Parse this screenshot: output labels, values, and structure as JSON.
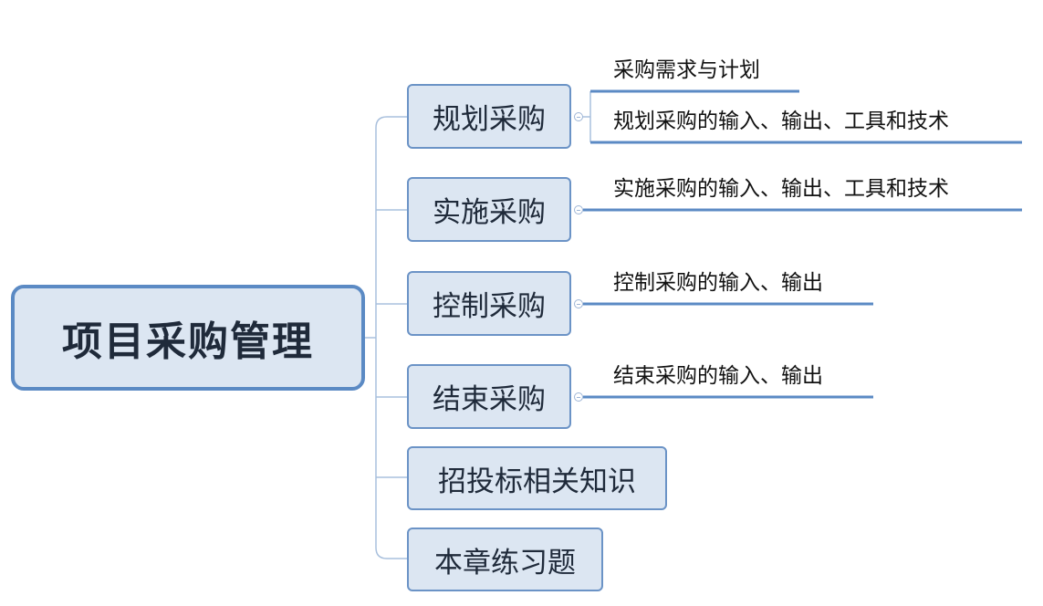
{
  "root": {
    "label": "项目采购管理"
  },
  "branches": [
    {
      "label": "规划采购",
      "children": [
        "采购需求与计划",
        "规划采购的输入、输出、工具和技术"
      ]
    },
    {
      "label": "实施采购",
      "children": [
        "实施采购的输入、输出、工具和技术"
      ]
    },
    {
      "label": "控制采购",
      "children": [
        "控制采购的输入、输出"
      ]
    },
    {
      "label": "结束采购",
      "children": [
        "结束采购的输入、输出"
      ]
    },
    {
      "label": "招投标相关知识",
      "children": []
    },
    {
      "label": "本章练习题",
      "children": []
    }
  ],
  "colors": {
    "node_fill": "#dce6f2",
    "node_border": "#6b93c6",
    "trunk_line": "#a9c0dd",
    "leaf_underline": "#5b8ac4"
  }
}
